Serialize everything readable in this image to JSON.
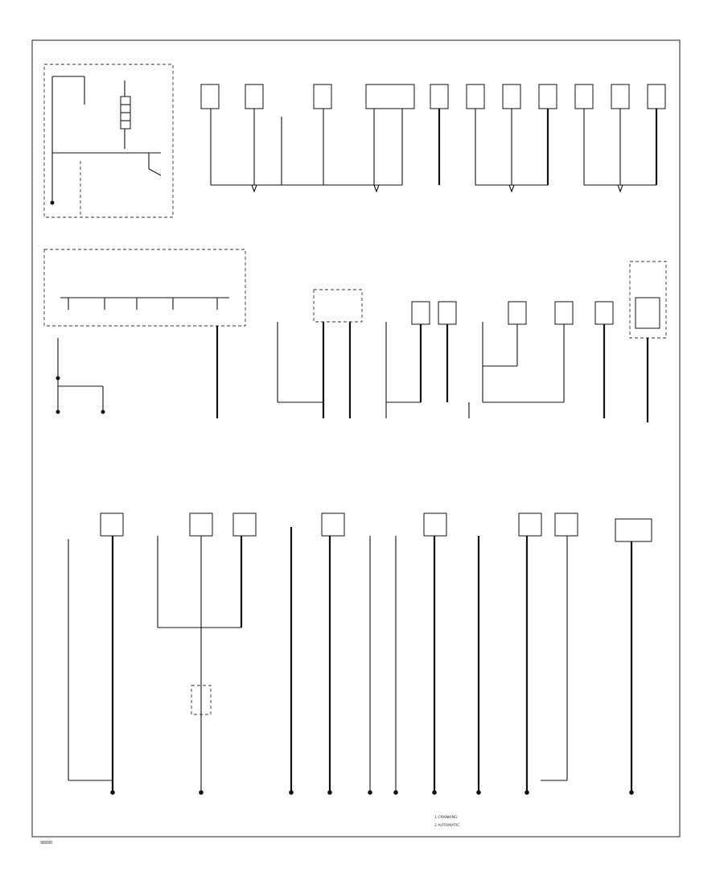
{
  "diagram": {
    "code": "98890",
    "legend": [
      "1 CRANKING",
      "2 AUTOMATIC"
    ],
    "top_left": {
      "title": "",
      "battery_label": "",
      "ground_labels": []
    },
    "modules_row1": [],
    "modules_row2": [],
    "modules_row3": [],
    "ground_labels": [],
    "wire_labels": []
  }
}
